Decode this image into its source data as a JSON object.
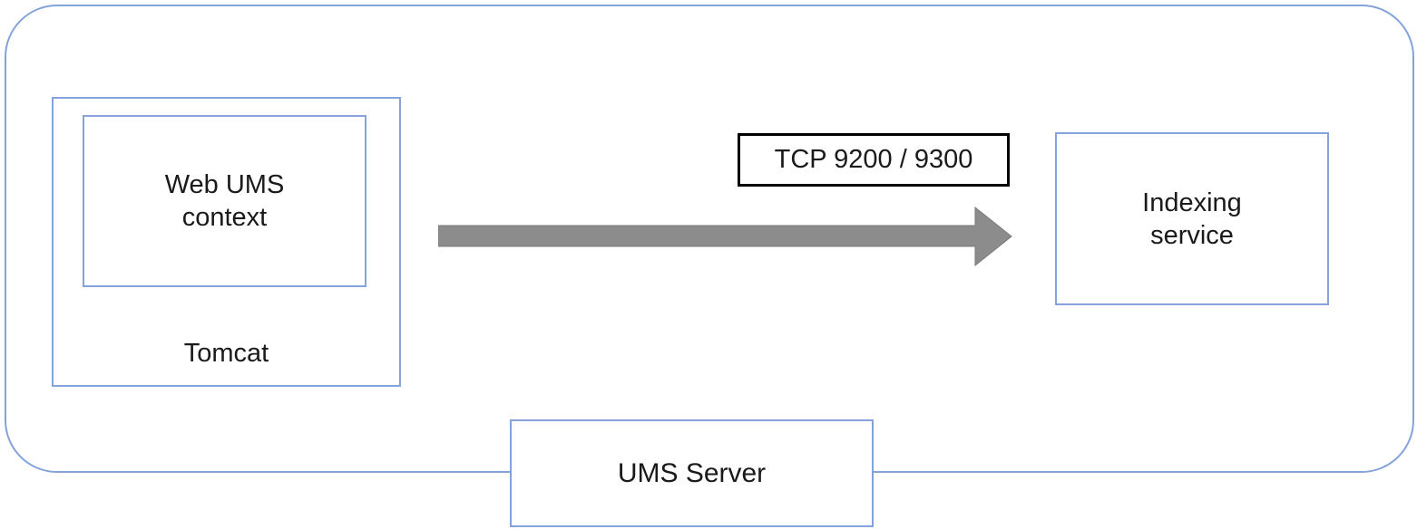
{
  "colors": {
    "background": "#ffffff",
    "box_border": "#85a3db",
    "connector_label_border": "#000000",
    "arrow_fill": "#8c8c8c",
    "arrow_stroke": "#7a7a7a",
    "text": "#1a1a1a"
  },
  "nodes": {
    "web_ums_context": {
      "line1": "Web UMS",
      "line2": "context"
    },
    "tomcat": {
      "label": "Tomcat"
    },
    "indexing_service": {
      "line1": "Indexing",
      "line2": "service"
    },
    "ums_server": {
      "label": "UMS Server"
    }
  },
  "connector": {
    "label": "TCP 9200 / 9300",
    "direction": "left-to-right"
  }
}
